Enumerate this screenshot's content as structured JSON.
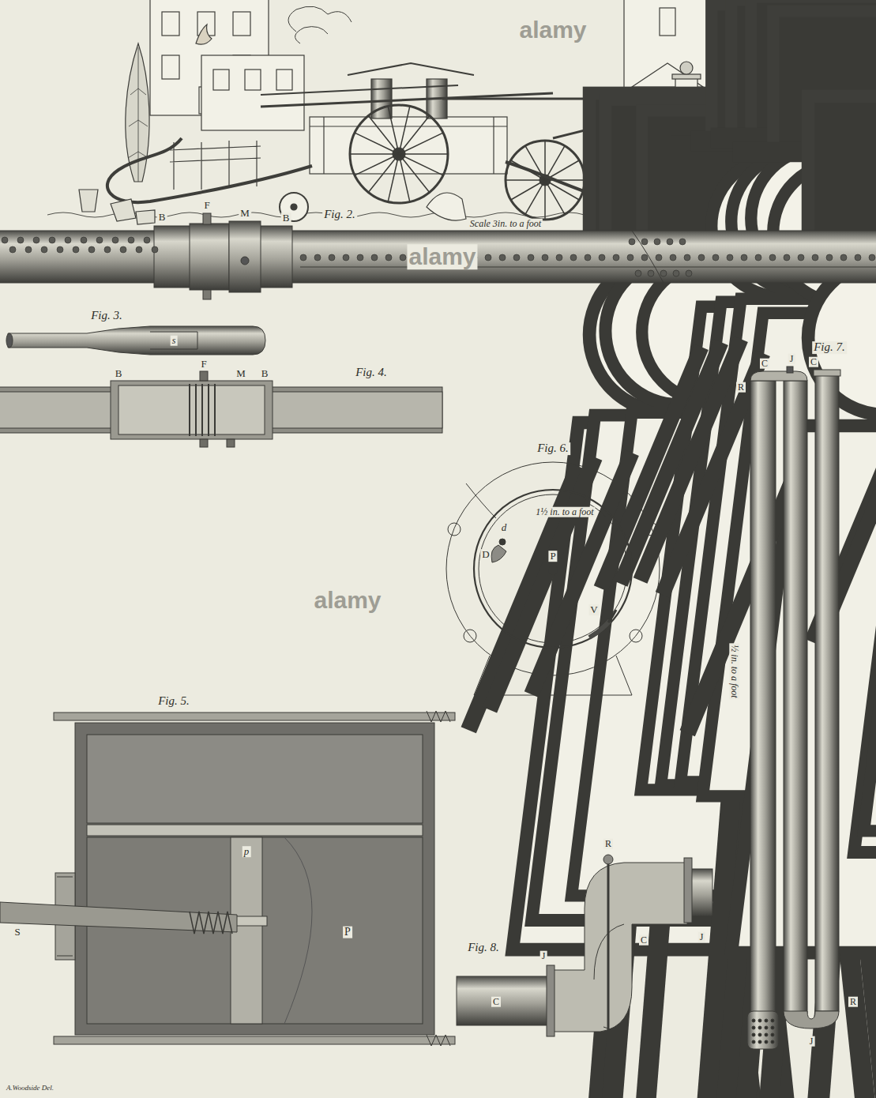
{
  "diagram": {
    "labels": [
      "Fig. 2.",
      "Scale 3in. to a foot",
      "B",
      "F",
      "M",
      "B",
      "Fig. 3.",
      "s",
      "Fig. 4.",
      "B",
      "F",
      "M",
      "B",
      "Fig. 6.",
      "1½ in. to a foot",
      "d",
      "D",
      "P",
      "V",
      "Fig. 7.",
      "J",
      "R",
      "C",
      "C",
      "½ in. to a foot",
      "R",
      "J",
      "Fig. 5.",
      "S",
      "p",
      "P",
      "Fig. 8.",
      "R",
      "C",
      "J",
      "J",
      "C",
      "A.Woodside Del.",
      "alamy",
      "alamy",
      "alamy"
    ]
  }
}
